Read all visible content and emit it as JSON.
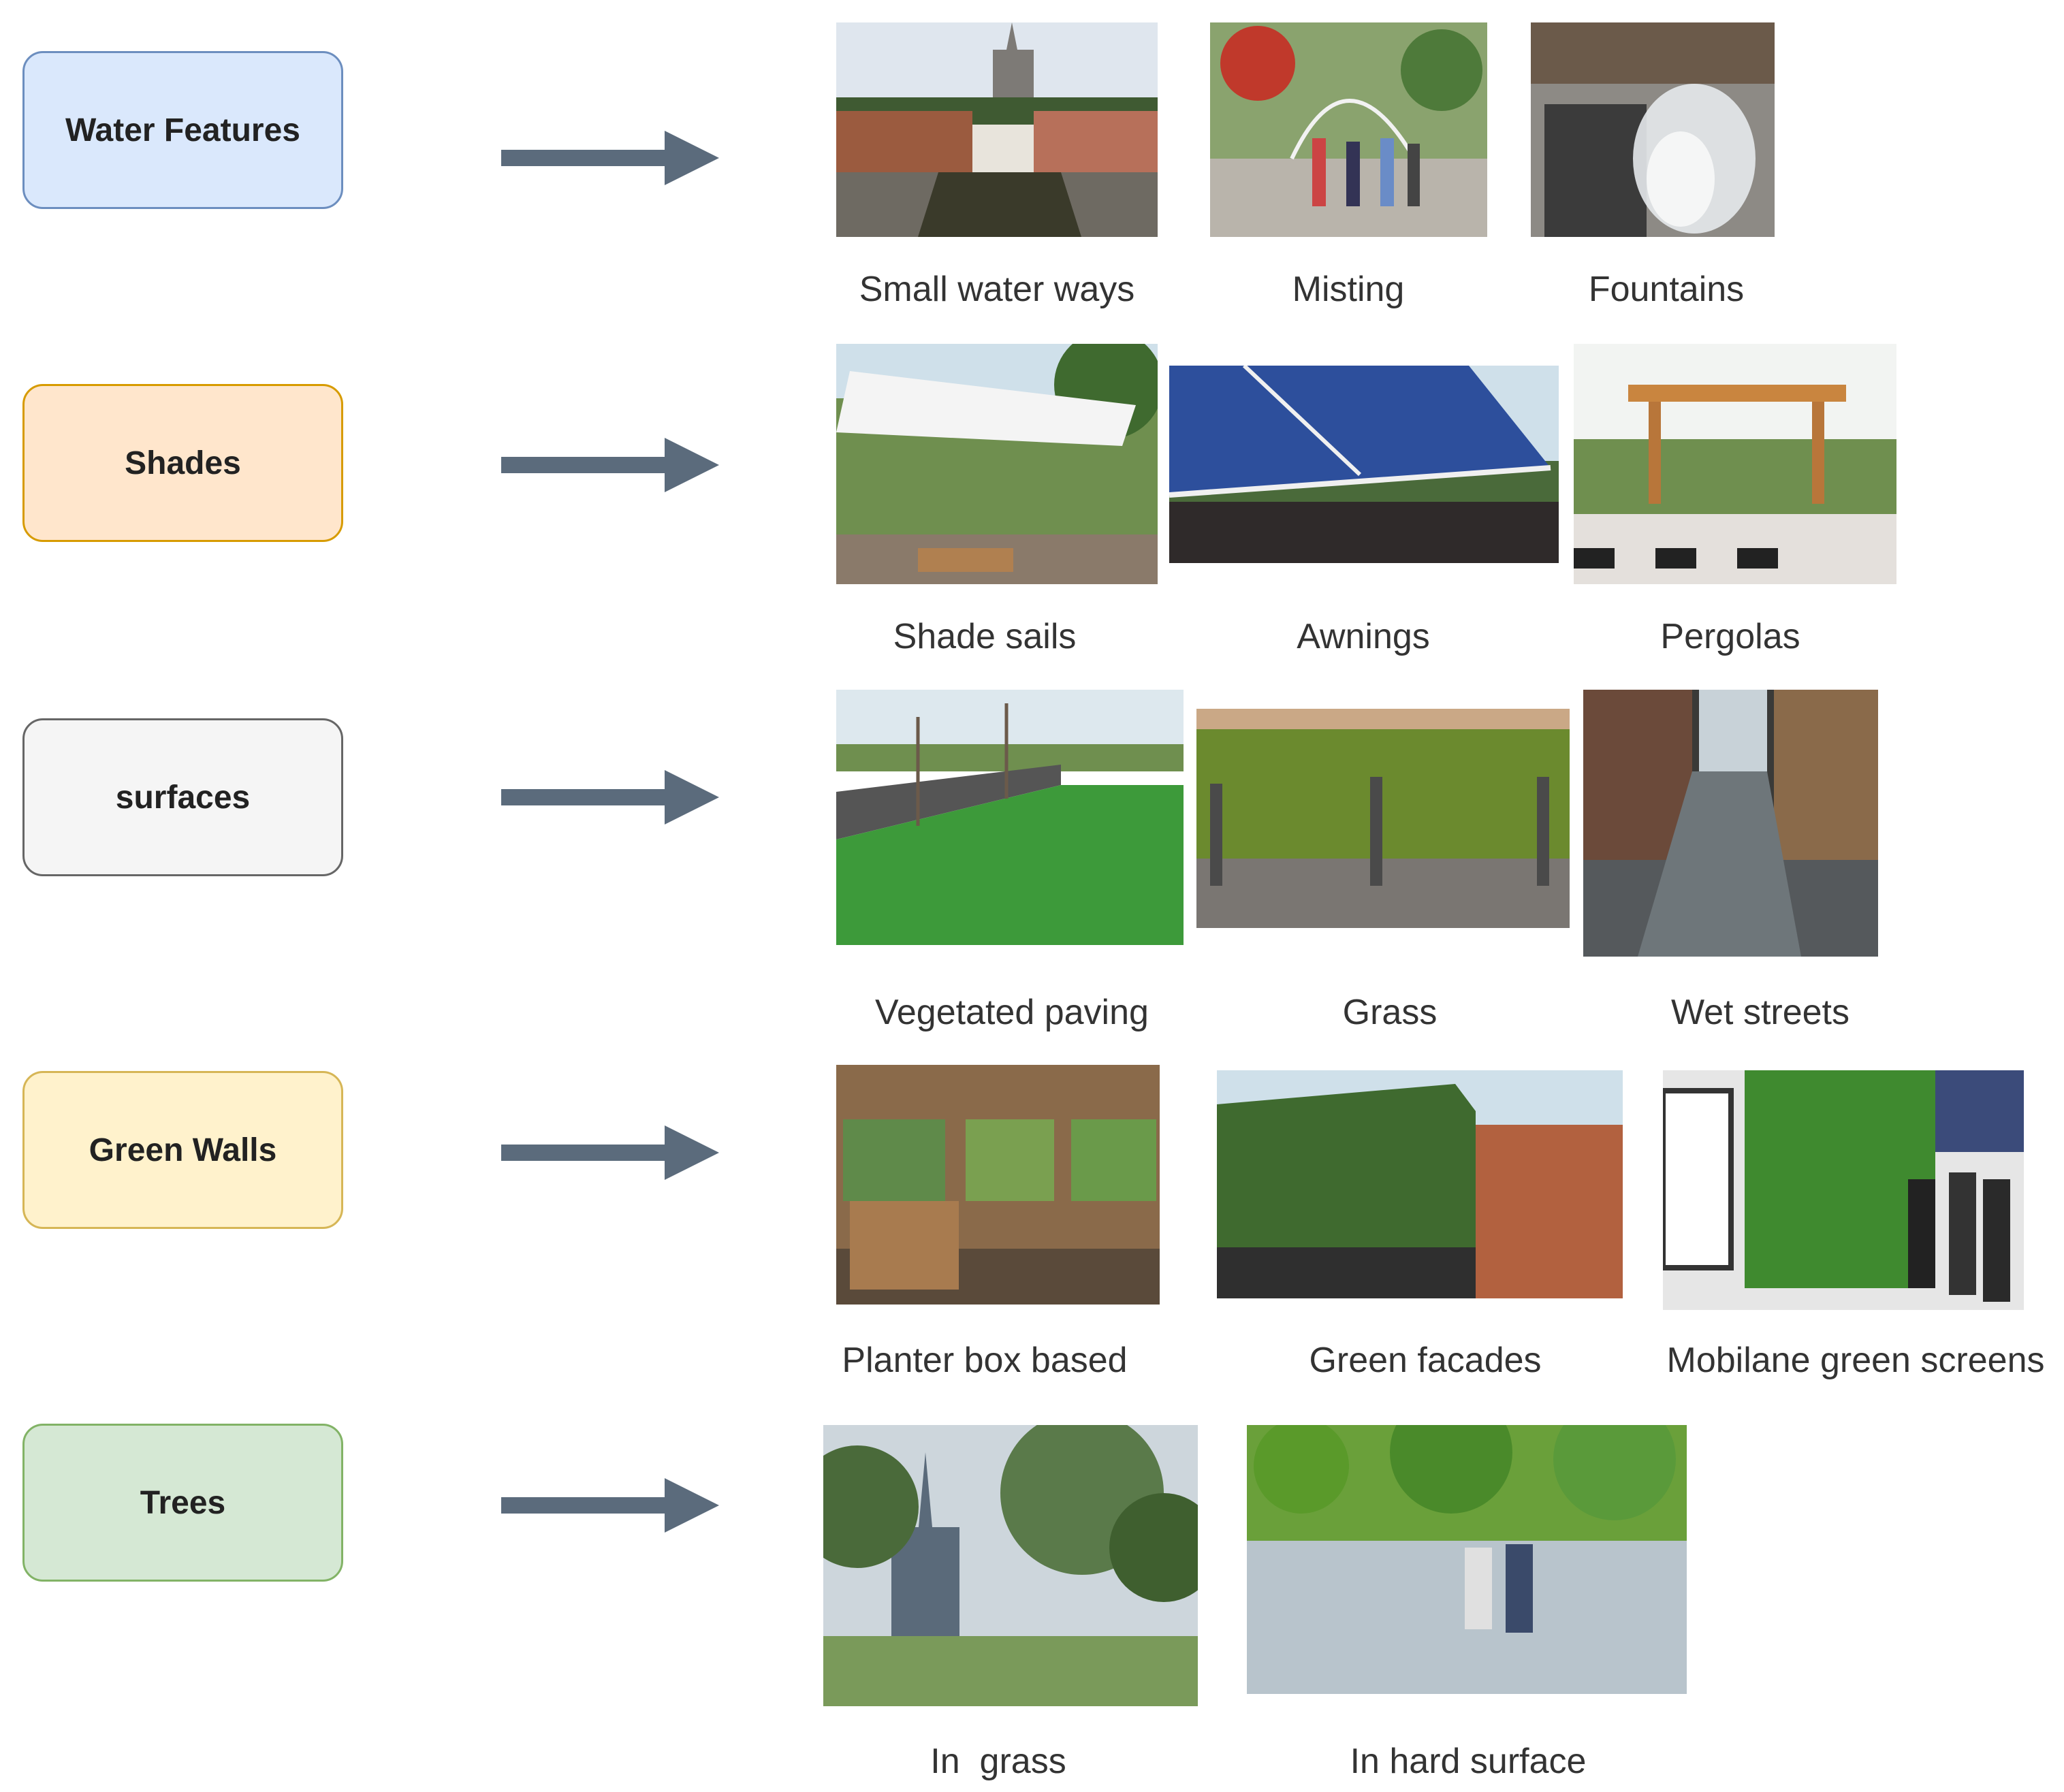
{
  "colors": {
    "arrow": "#5b6b7c",
    "water_fill": "#dae8fc",
    "water_border": "#6c8ebf",
    "shades_fill": "#ffe6cc",
    "shades_border": "#d79b00",
    "surfaces_fill": "#f5f5f5",
    "surfaces_border": "#666666",
    "greenwalls_fill": "#fff2cc",
    "greenwalls_border": "#d6b656",
    "trees_fill": "#d5e8d4",
    "trees_border": "#82b366"
  },
  "categories": [
    {
      "label": "Water Features",
      "items": [
        {
          "caption": "Small water ways",
          "icon": "canal-photo"
        },
        {
          "caption": "Misting",
          "icon": "misting-photo"
        },
        {
          "caption": "Fountains",
          "icon": "fountain-photo"
        }
      ]
    },
    {
      "label": "Shades",
      "items": [
        {
          "caption": "Shade sails",
          "icon": "shade-sail-photo"
        },
        {
          "caption": "Awnings",
          "icon": "awning-photo"
        },
        {
          "caption": "Pergolas",
          "icon": "pergola-photo"
        }
      ]
    },
    {
      "label": "surfaces",
      "items": [
        {
          "caption": "Vegetated paving",
          "icon": "vegetated-paving-photo"
        },
        {
          "caption": "Grass",
          "icon": "grass-photo"
        },
        {
          "caption": "Wet streets",
          "icon": "wet-street-photo"
        }
      ]
    },
    {
      "label": "Green Walls",
      "items": [
        {
          "caption": "Planter box based",
          "icon": "planter-box-photo"
        },
        {
          "caption": "Green facades",
          "icon": "green-facade-photo"
        },
        {
          "caption": "Mobilane green screens",
          "icon": "green-screen-photo"
        }
      ]
    },
    {
      "label": "Trees",
      "items": [
        {
          "caption": "In  grass",
          "icon": "trees-in-grass-photo"
        },
        {
          "caption": "In hard surface",
          "icon": "trees-hard-surface-photo"
        }
      ]
    }
  ]
}
